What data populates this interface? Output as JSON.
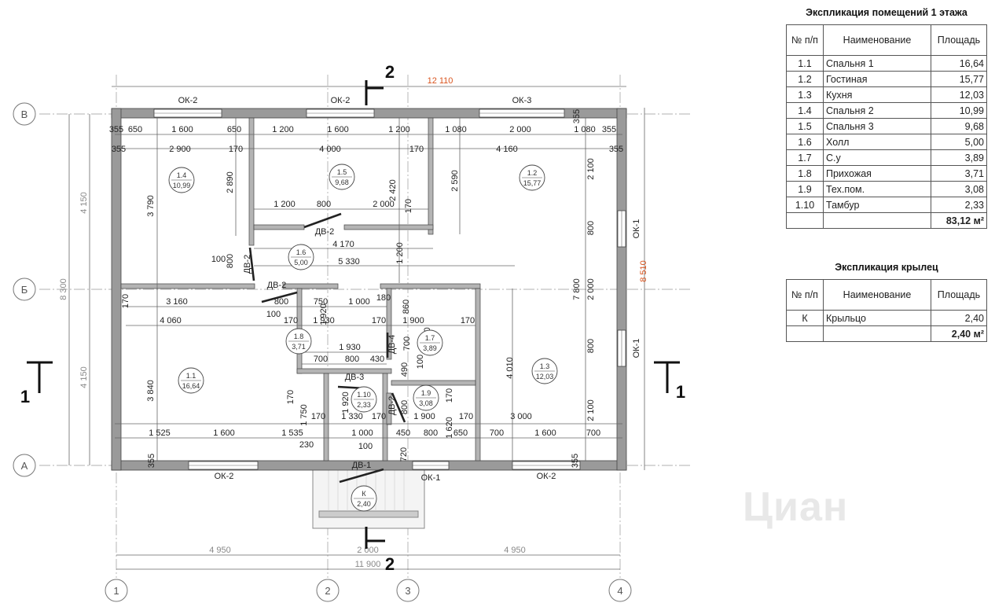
{
  "plan": {
    "axes_letters": [
      "В",
      "Б",
      "А"
    ],
    "axes_numbers": [
      "1",
      "2",
      "3",
      "4"
    ],
    "section_marks": {
      "left": "1",
      "right": "1",
      "top": "2",
      "bottom": "2"
    },
    "dims_top_overall": "12 110",
    "dims_right_overall": "8 510",
    "dims_left_overall": "8 300",
    "dims_left_parts": [
      "4 150",
      "4 150"
    ],
    "dims_bottom_parts": [
      "4 950",
      "2 000",
      "4 950"
    ],
    "dims_bottom_overall": "11 900",
    "windows": [
      "ОК-2",
      "ОК-2",
      "ОК-3",
      "ОК-1",
      "ОК-1",
      "ОК-2",
      "ОК-1",
      "ОК-2"
    ],
    "doors": [
      "ДВ-2",
      "ДВ-2",
      "ДВ-2",
      "ДВ-3",
      "ДВ-4",
      "ДВ-2",
      "ДВ-1"
    ],
    "rooms": [
      {
        "num": "1.4",
        "area": "10,99"
      },
      {
        "num": "1.5",
        "area": "9,68"
      },
      {
        "num": "1.2",
        "area": "15,77"
      },
      {
        "num": "1.6",
        "area": "5,00"
      },
      {
        "num": "1.8",
        "area": "3,71"
      },
      {
        "num": "1.7",
        "area": "3,89"
      },
      {
        "num": "1.1",
        "area": "16,64"
      },
      {
        "num": "1.3",
        "area": "12,03"
      },
      {
        "num": "1.10",
        "area": "2,33"
      },
      {
        "num": "1.9",
        "area": "3,08"
      },
      {
        "num": "К",
        "area": "2,40"
      }
    ],
    "dims": [
      "355",
      "650",
      "1 600",
      "650",
      "1 200",
      "1 600",
      "1 200",
      "1 080",
      "2 000",
      "1 080",
      "355",
      "355",
      "2 900",
      "170",
      "4 000",
      "170",
      "4 160",
      "355",
      "3 790",
      "2 890",
      "2 420",
      "2 590",
      "2 100",
      "800",
      "2 000",
      "800",
      "2 100",
      "355",
      "1 200",
      "800",
      "2 000",
      "170",
      "4 170",
      "100",
      "800",
      "5 330",
      "1 200",
      "170",
      "3 160",
      "800",
      "750",
      "1 000",
      "180",
      "860",
      "100",
      "4 060",
      "170",
      "1 930",
      "170",
      "1 900",
      "170",
      "1 920",
      "700",
      "2 050",
      "1 930",
      "7 800",
      "700",
      "800",
      "430",
      "490",
      "100",
      "4 010",
      "3 840",
      "170",
      "1 920",
      "800",
      "170",
      "1 750",
      "170",
      "1 330",
      "170",
      "1 900",
      "170",
      "3 000",
      "1 525",
      "1 600",
      "1 535",
      "1 000",
      "450",
      "800",
      "1 620",
      "650",
      "700",
      "1 600",
      "700",
      "230",
      "100",
      "720",
      "355",
      "355"
    ]
  },
  "table1": {
    "title": "Экспликация помещений 1 этажа",
    "headers": [
      "№ п/п",
      "Наименование",
      "Площадь"
    ],
    "rows": [
      [
        "1.1",
        "Спальня 1",
        "16,64"
      ],
      [
        "1.2",
        "Гостиная",
        "15,77"
      ],
      [
        "1.3",
        "Кухня",
        "12,03"
      ],
      [
        "1.4",
        "Спальня 2",
        "10,99"
      ],
      [
        "1.5",
        "Спальня 3",
        "9,68"
      ],
      [
        "1.6",
        "Холл",
        "5,00"
      ],
      [
        "1.7",
        "С.у",
        "3,89"
      ],
      [
        "1.8",
        "Прихожая",
        "3,71"
      ],
      [
        "1.9",
        "Тех.пом.",
        "3,08"
      ],
      [
        "1.10",
        "Тамбур",
        "2,33"
      ]
    ],
    "total": "83,12 м²"
  },
  "table2": {
    "title": "Экспликация крылец",
    "headers": [
      "№ п/п",
      "Наименование",
      "Площадь"
    ],
    "rows": [
      [
        "К",
        "Крыльцо",
        "2,40"
      ]
    ],
    "total": "2,40 м²"
  },
  "watermark": "Циан",
  "colors": {
    "wall": "#9a9a9a",
    "wall_dark": "#444444",
    "line": "#777777",
    "accent": "#d9541e"
  }
}
